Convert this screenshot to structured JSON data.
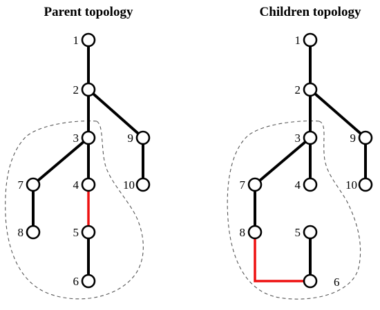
{
  "panels": [
    {
      "title": "Parent topology",
      "nodes": [
        {
          "id": "1",
          "label": "1"
        },
        {
          "id": "2",
          "label": "2"
        },
        {
          "id": "3",
          "label": "3"
        },
        {
          "id": "9",
          "label": "9"
        },
        {
          "id": "7",
          "label": "7"
        },
        {
          "id": "4",
          "label": "4"
        },
        {
          "id": "10",
          "label": "10"
        },
        {
          "id": "8",
          "label": "8"
        },
        {
          "id": "5",
          "label": "5"
        },
        {
          "id": "6",
          "label": "6"
        }
      ],
      "edges": [
        {
          "from": "1",
          "to": "2",
          "highlight": false
        },
        {
          "from": "2",
          "to": "3",
          "highlight": false
        },
        {
          "from": "2",
          "to": "9",
          "highlight": false
        },
        {
          "from": "3",
          "to": "7",
          "highlight": false
        },
        {
          "from": "3",
          "to": "4",
          "highlight": false
        },
        {
          "from": "9",
          "to": "10",
          "highlight": false
        },
        {
          "from": "7",
          "to": "8",
          "highlight": false
        },
        {
          "from": "4",
          "to": "5",
          "highlight": true
        },
        {
          "from": "5",
          "to": "6",
          "highlight": false
        }
      ]
    },
    {
      "title": "Children topology",
      "nodes": [
        {
          "id": "1",
          "label": "1"
        },
        {
          "id": "2",
          "label": "2"
        },
        {
          "id": "3",
          "label": "3"
        },
        {
          "id": "9",
          "label": "9"
        },
        {
          "id": "7",
          "label": "7"
        },
        {
          "id": "4",
          "label": "4"
        },
        {
          "id": "10",
          "label": "10"
        },
        {
          "id": "8",
          "label": "8"
        },
        {
          "id": "5",
          "label": "5"
        },
        {
          "id": "6",
          "label": "6"
        }
      ],
      "edges": [
        {
          "from": "1",
          "to": "2",
          "highlight": false
        },
        {
          "from": "2",
          "to": "3",
          "highlight": false
        },
        {
          "from": "2",
          "to": "9",
          "highlight": false
        },
        {
          "from": "3",
          "to": "7",
          "highlight": false
        },
        {
          "from": "3",
          "to": "4",
          "highlight": false
        },
        {
          "from": "9",
          "to": "10",
          "highlight": false
        },
        {
          "from": "7",
          "to": "8",
          "highlight": false
        },
        {
          "from": "5",
          "to": "6",
          "highlight": false
        },
        {
          "from": "8",
          "to": "6",
          "highlight": true,
          "route": "elbow"
        }
      ]
    }
  ],
  "colors": {
    "edge": "#000000",
    "highlight": "#ee1111",
    "region": "#555555"
  }
}
